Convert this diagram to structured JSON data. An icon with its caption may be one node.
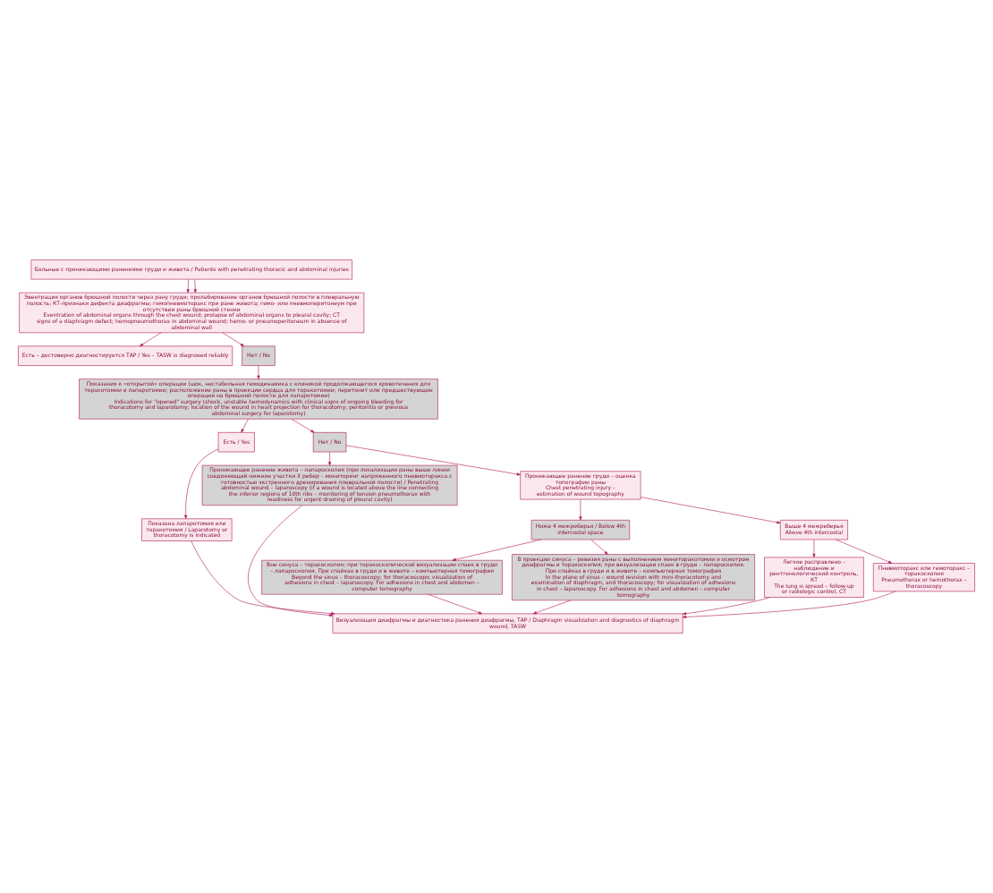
{
  "diagram": {
    "nodes": [
      {
        "text": [
          "Больные с проникающими ранениями груди и живота / Patients with penetrating thoracic and abdominal injuries"
        ]
      },
      {
        "text": [
          "Эвентрация органов брюшной полости через рану груди; пролабирование органов брюшной полости в плевральную полость; КТ-признаки дефекта диафрагмы; гемопневмоторакс при ране живота; гемо- или пневмоперитонеум при отсутствии раны брюшной стенки",
          "Eventration of abdominal organs through the chest wound; prolapse of abdominal organs to pleural cavity; CT signs of a diaphragm defect; hemopneumothorax in abdominal wound; hemo- or pneumoperitoneum in absence of abdominal wall"
        ]
      },
      {
        "text": [
          "Есть – достоверно диагностируется ТАР / Yes – TASW is diagnosed reliably"
        ]
      },
      {
        "text": [
          "Нет / No"
        ]
      },
      {
        "text": [
          "Показания к «открытой» операции (шок, нестабильная гемодинамика с клиникой продолжающегося кровотечения для торакотомии и лапаротомии; расположение раны в проекции сердца для торакотомии; перитонит или предшествующие операции на брюшной полости для лапаротомии)",
          "Indications for \"opened\" surgery (shock, unstable hemodynamics with clinical signs of ongoing bleeding for thoracotomy and laparotomy; location of the wound in heart projection for thoracotomy; peritonitis or previous abdominal surgery for laparotomy)"
        ]
      },
      {
        "text": [
          "Есть / Yes"
        ]
      },
      {
        "text": [
          "Нет / No"
        ]
      },
      {
        "text": [
          "Показана лапаротомия или торакотомия / Laparotomy or thoracotomy is indicated"
        ]
      },
      {
        "text": [
          "Проникающее ранение живота – лапароскопия (при локализации раны выше линии соединяющий нижние участки X ребер – мониторинг напряженного пневмоторакса с готовностью экстренного дренирования плевральной полости) / Penetrating abdominal wound – laparoscopy (if a wound is located above the line connecting the inferior regions of 10th ribs – monitoring of tension pneumothorax with readiness for urgent draining of pleural cavity)"
        ]
      },
      {
        "text": [
          "Проникающее ранение груди – оценка топографии раны",
          "Chest penetrating injury – estimation of wound topography"
        ]
      },
      {
        "text": [
          "Ниже 4 межреберья / Below 4th intercostal space"
        ]
      },
      {
        "text": [
          "Выше 4 межреберья",
          "Above 4th intercostal"
        ]
      },
      {
        "text": [
          "Вне синуса – торакоскопия; при торакоскопической визуализации спаек в груди – лапароскопия. При спайках в груди и в животе – компьютерная томография",
          "Beyond the sinus – thoracoscopy; for thoracoscopic visualization of adhesions in chest – laparoscopy. For adhesions in chest and abdomen – computer tomography"
        ]
      },
      {
        "text": [
          "Легкое расправлено – наблюдение и рентгенологический контроль, КТ",
          "The lung is spread – follow-up or radiologic control, CT"
        ]
      },
      {
        "text": [
          "В проекции синуса – ревизия раны с выполнением миниторакотомии и осмотром диафрагмы и торакоскопия; при визуализации спаек в груди – лапароскопия. При спайках в груди и в животе – компьютерная томография",
          "In the plane of sinus – wound revision with mini-thoracotomy and examination of diaphragm, and thoracoscopy; for visualization of adhesions in chest – laparoscopy. For adhesions in chest and abdomen – computer tomography"
        ]
      },
      {
        "text": [
          "Пневмоторакс или гемоторакс – торакоскопия",
          "Pneumothorax or hemothorax – thoracoscopy"
        ]
      },
      {
        "text": [
          "Визуализация диафрагмы и диагностика ранения диафрагмы, ТАР / Diaphragm visualization and diagnostics of diaphragm wound, TASW"
        ]
      }
    ],
    "edges": [
      {
        "from": 0,
        "to": 1,
        "arrow": "to"
      },
      {
        "from": 0,
        "to": 1,
        "arrow": "to"
      },
      {
        "from": 1,
        "to": 2,
        "arrow": "to"
      },
      {
        "from": 1,
        "to": 3,
        "arrow": "to"
      },
      {
        "from": 3,
        "to": 4,
        "arrow": "to"
      },
      {
        "from": 4,
        "to": 5,
        "arrow": "to"
      },
      {
        "from": 4,
        "to": 6,
        "arrow": "to"
      },
      {
        "from": 5,
        "to": 7,
        "arrow": "to"
      },
      {
        "from": 6,
        "to": 8,
        "arrow": "to"
      },
      {
        "from": 6,
        "to": 9,
        "arrow": "to"
      },
      {
        "from": 9,
        "to": 10,
        "arrow": "to"
      },
      {
        "from": 9,
        "to": 11,
        "arrow": "to"
      },
      {
        "from": 10,
        "to": 12,
        "arrow": "to"
      },
      {
        "from": 10,
        "to": 14,
        "arrow": "to"
      },
      {
        "from": 11,
        "to": 13,
        "arrow": "to"
      },
      {
        "from": 11,
        "to": 15,
        "arrow": "to"
      },
      {
        "from": 7,
        "to": 16,
        "arrow": "to"
      },
      {
        "from": 13,
        "to": 16,
        "arrow": "to"
      },
      {
        "from": 15,
        "to": 16,
        "arrow": "to"
      },
      {
        "from": 14,
        "to": 16,
        "arrow": "to"
      },
      {
        "from": 12,
        "to": 16,
        "arrow": "to"
      },
      {
        "from": 8,
        "to": 16,
        "arrow": "to"
      }
    ]
  }
}
